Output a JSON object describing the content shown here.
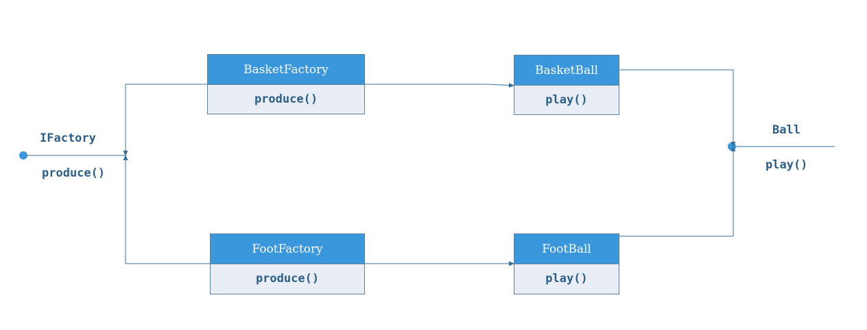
{
  "colors": {
    "header_fill": "#3a97dc",
    "body_fill": "#e9eef6",
    "line": "#3a6f98",
    "dot": "#3a97dc",
    "text": "#2d5f86"
  },
  "interface_factory": {
    "name": "IFactory",
    "method": "produce()"
  },
  "interface_ball": {
    "name": "Ball",
    "method": "play()"
  },
  "classes": {
    "basket_factory": {
      "name": "BasketFactory",
      "method": "produce()"
    },
    "foot_factory": {
      "name": "FootFactory",
      "method": "produce()"
    },
    "basket_ball": {
      "name": "BasketBall",
      "method": "play()"
    },
    "foot_ball": {
      "name": "FootBall",
      "method": "play()"
    }
  }
}
